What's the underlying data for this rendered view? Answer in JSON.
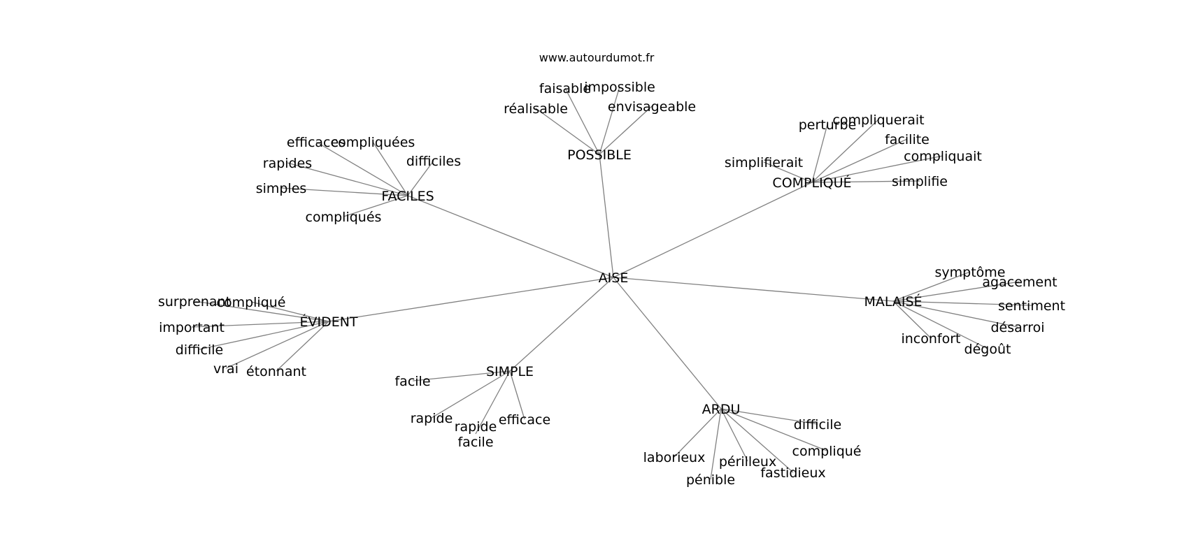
{
  "site_label": "www.autourdumot.fr",
  "root": {
    "id": "aise",
    "label": "AISE"
  },
  "groups": [
    {
      "id": "possible",
      "label": "POSSIBLE",
      "children": [
        {
          "id": "faisable",
          "label": "faisable"
        },
        {
          "id": "impossible",
          "label": "impossible"
        },
        {
          "id": "realisable",
          "label": "réalisable"
        },
        {
          "id": "envisageable",
          "label": "envisageable"
        }
      ]
    },
    {
      "id": "faciles",
      "label": "FACILES",
      "children": [
        {
          "id": "efficaces",
          "label": "efficaces"
        },
        {
          "id": "compliquees",
          "label": "compliquées"
        },
        {
          "id": "rapides",
          "label": "rapides"
        },
        {
          "id": "difficiles",
          "label": "difficiles"
        },
        {
          "id": "simples",
          "label": "simples"
        },
        {
          "id": "compliques",
          "label": "compliqués"
        }
      ]
    },
    {
      "id": "complique-g",
      "label": "COMPLIQUÉ",
      "children": [
        {
          "id": "perturbe",
          "label": "perturbe"
        },
        {
          "id": "compliquerait",
          "label": "compliquerait"
        },
        {
          "id": "facilite",
          "label": "facilite"
        },
        {
          "id": "compliquait",
          "label": "compliquait"
        },
        {
          "id": "simplifierait",
          "label": "simplifierait"
        },
        {
          "id": "simplifie",
          "label": "simplifie"
        }
      ]
    },
    {
      "id": "malaise",
      "label": "MALAISÉ",
      "children": [
        {
          "id": "symptome",
          "label": "symptôme"
        },
        {
          "id": "agacement",
          "label": "agacement"
        },
        {
          "id": "sentiment",
          "label": "sentiment"
        },
        {
          "id": "desarroi",
          "label": "désarroi"
        },
        {
          "id": "inconfort",
          "label": "inconfort"
        },
        {
          "id": "degout",
          "label": "dégoût"
        }
      ]
    },
    {
      "id": "evident",
      "label": "ÉVIDENT",
      "children": [
        {
          "id": "surprenant",
          "label": "surprenant"
        },
        {
          "id": "complique-e",
          "label": "compliqué"
        },
        {
          "id": "important",
          "label": "important"
        },
        {
          "id": "difficile-e",
          "label": "difficile"
        },
        {
          "id": "vrai",
          "label": "vrai"
        },
        {
          "id": "etonnant",
          "label": "étonnant"
        }
      ]
    },
    {
      "id": "simple",
      "label": "SIMPLE",
      "children": [
        {
          "id": "facile-s",
          "label": "facile"
        },
        {
          "id": "rapide-s",
          "label": "rapide"
        },
        {
          "id": "rapide-facile",
          "label": "rapide\nfacile"
        },
        {
          "id": "efficace",
          "label": "efficace"
        }
      ]
    },
    {
      "id": "ardu",
      "label": "ARDU",
      "children": [
        {
          "id": "difficile-a",
          "label": "difficile"
        },
        {
          "id": "complique-a",
          "label": "compliqué"
        },
        {
          "id": "laborieux",
          "label": "laborieux"
        },
        {
          "id": "perilleux",
          "label": "périlleux"
        },
        {
          "id": "fastidieux",
          "label": "fastidieux"
        },
        {
          "id": "penible",
          "label": "pénible"
        }
      ]
    }
  ]
}
